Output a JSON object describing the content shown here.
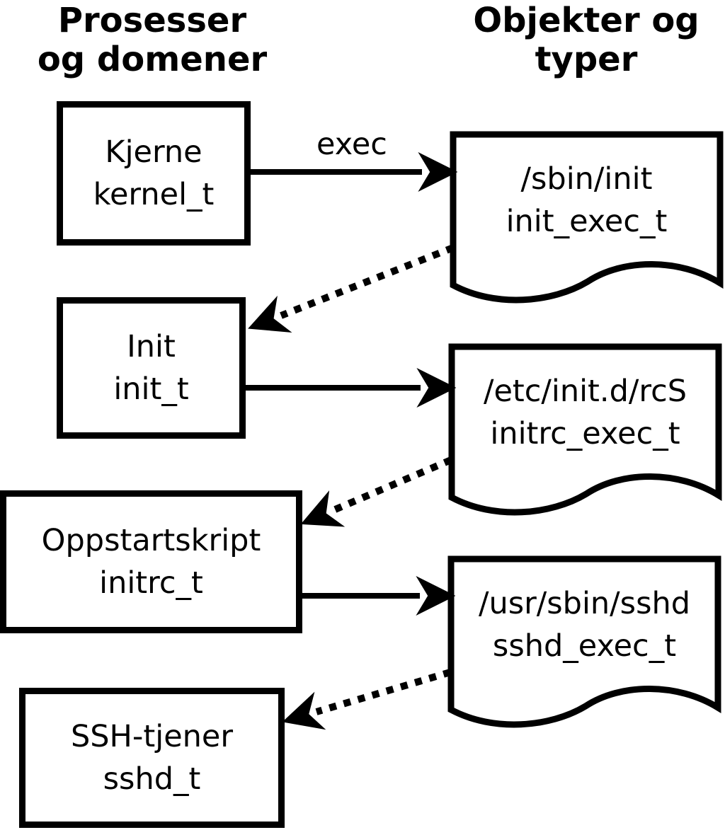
{
  "diagram": {
    "column_headers": {
      "processes": {
        "line1": "Prosesser",
        "line2": "og domener"
      },
      "objects": {
        "line1": "Objekter og",
        "line2": "typer"
      }
    },
    "processes": [
      {
        "label": "Kjerne",
        "domain": "kernel_t"
      },
      {
        "label": "Init",
        "domain": "init_t"
      },
      {
        "label": "Oppstartskript",
        "domain": "initrc_t"
      },
      {
        "label": "SSH-tjener",
        "domain": "sshd_t"
      }
    ],
    "objects": [
      {
        "path": "/sbin/init",
        "type": "init_exec_t"
      },
      {
        "path": "/etc/init.d/rcS",
        "type": "initrc_exec_t"
      },
      {
        "path": "/usr/sbin/sshd",
        "type": "sshd_exec_t"
      }
    ],
    "arrow_label": "exec",
    "colors": {
      "foreground": "#000000",
      "background": "#ffffff"
    }
  }
}
